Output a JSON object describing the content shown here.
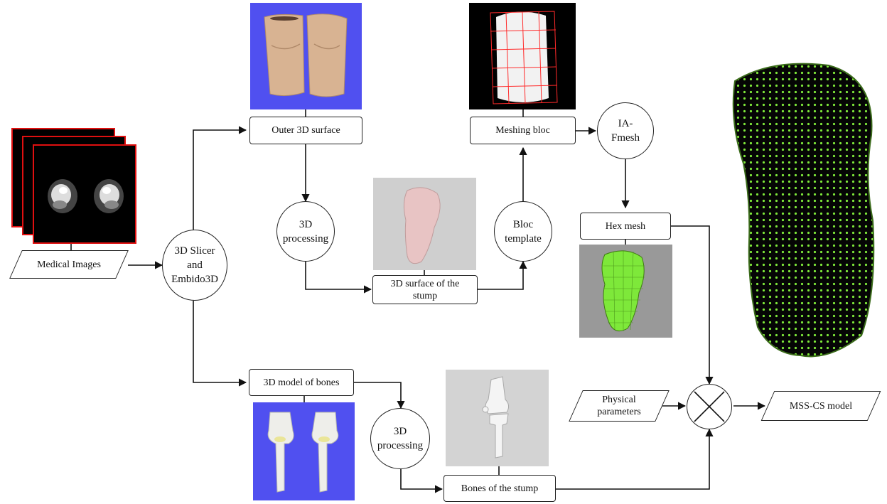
{
  "nodes": {
    "outer_surface": "Outer 3D surface",
    "processing_top": "3D processing",
    "surface_stump": "3D surface of the stump",
    "bloc_template": "Bloc template",
    "meshing_bloc": "Meshing bloc",
    "ia_fmesh": "IA-Fmesh",
    "hex_mesh": "Hex mesh",
    "medical_images": "Medical Images",
    "slicer": "3D Slicer and Embido3D",
    "bones_model": "3D model of bones",
    "processing_bottom": "3D processing",
    "bones_stump": "Bones of the stump",
    "physical_parameters": "Physical parameters",
    "mss_cs": "MSS-CS model"
  },
  "colors": {
    "blue_backdrop": "#5050f0",
    "skin": "#d8b392",
    "stump_pink": "#e8c4c4",
    "mesh_green": "#7ee83a",
    "grid_red": "#ff2a2a",
    "scan_border": "#e01010",
    "gray_backdrop": "#c8c8c8",
    "dark_gray_backdrop": "#999999"
  },
  "icons": {
    "combiner": "circled-cross-icon"
  }
}
